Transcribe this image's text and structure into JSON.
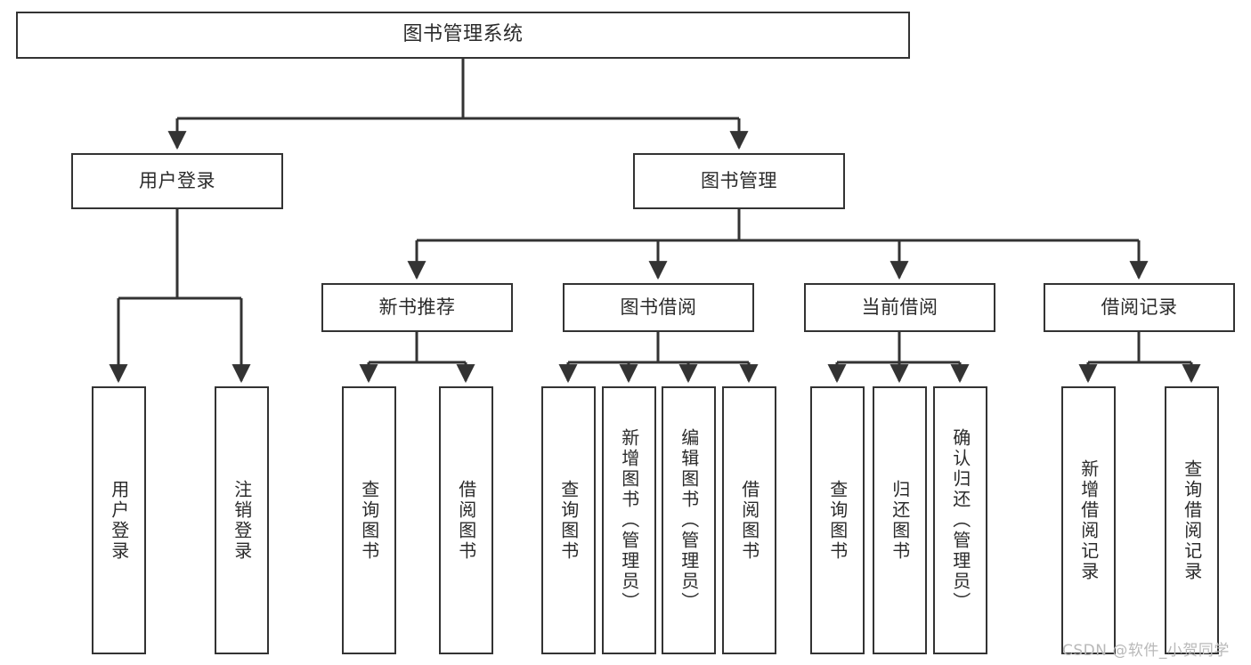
{
  "diagram": {
    "title": "图书管理系统",
    "type": "tree-hierarchy",
    "line_color": "#333333",
    "box_fill": "#ffffff",
    "text_color": "#2b2b2b",
    "nodes": {
      "root": {
        "label": "图书管理系统"
      },
      "level1": [
        {
          "label": "用户登录"
        },
        {
          "label": "图书管理"
        }
      ],
      "level2": [
        {
          "label": "新书推荐"
        },
        {
          "label": "图书借阅"
        },
        {
          "label": "当前借阅"
        },
        {
          "label": "借阅记录"
        }
      ],
      "leaves_user_login": [
        {
          "label": "用户登录"
        },
        {
          "label": "注销登录"
        }
      ],
      "leaves_new_book": [
        {
          "label": "查询图书"
        },
        {
          "label": "借阅图书"
        }
      ],
      "leaves_borrow": [
        {
          "label": "查询图书"
        },
        {
          "label": "新增图书（管理员）"
        },
        {
          "label": "编辑图书（管理员）"
        },
        {
          "label": "借阅图书"
        }
      ],
      "leaves_current": [
        {
          "label": "查询图书"
        },
        {
          "label": "归还图书"
        },
        {
          "label": "确认归还（管理员）"
        }
      ],
      "leaves_records": [
        {
          "label": "新增借阅记录"
        },
        {
          "label": "查询借阅记录"
        }
      ]
    }
  },
  "watermark": {
    "text": "CSDN @软件_小贺同学"
  }
}
